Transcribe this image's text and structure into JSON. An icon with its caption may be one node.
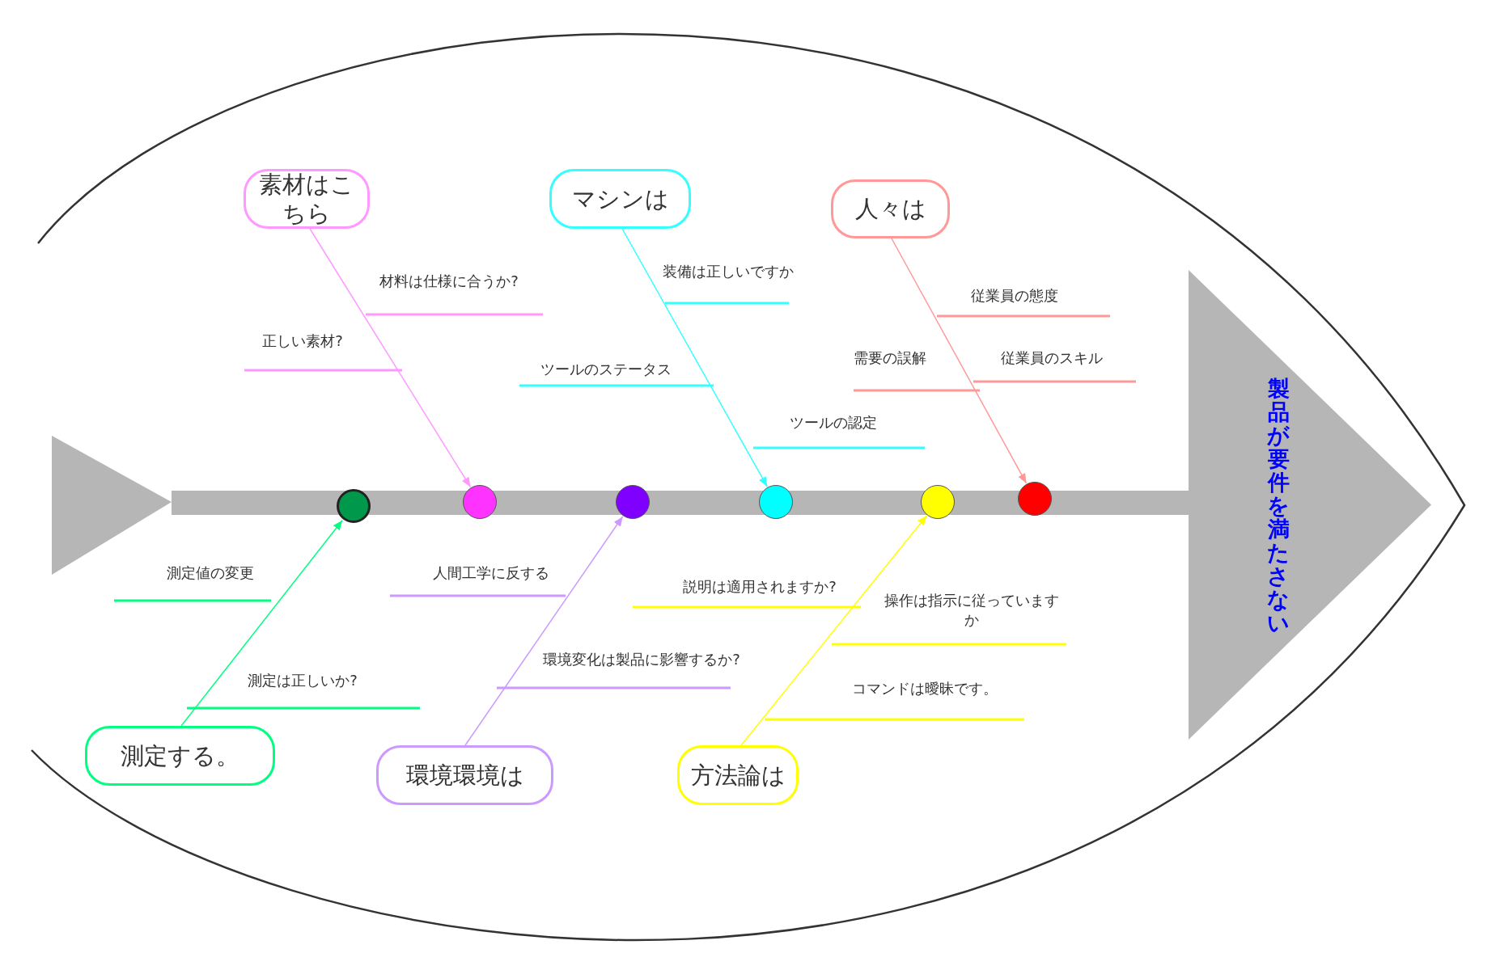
{
  "diagram": {
    "nodes": [
      {
        "text": [
          "素材はこちら"
        ]
      },
      {
        "text": [
          "マシンは"
        ]
      },
      {
        "text": [
          "人々は"
        ]
      },
      {
        "text": [],
        "shape": "circle"
      },
      {
        "text": [],
        "shape": "circle"
      },
      {
        "text": [],
        "shape": "circle"
      },
      {
        "text": [],
        "shape": "circle"
      },
      {
        "text": [],
        "shape": "circle"
      },
      {
        "text": [],
        "shape": "circle"
      },
      {
        "text": [
          "製品が要件を満たさない"
        ]
      },
      {
        "text": [
          "測定する。"
        ]
      },
      {
        "text": [
          "環境環境は"
        ]
      },
      {
        "text": [
          "方法論は"
        ]
      }
    ],
    "edges": [
      {
        "from": 0,
        "to": 4,
        "arrow": "to",
        "color": "#ff99ff"
      },
      {
        "from": 1,
        "to": 6,
        "arrow": "to",
        "color": "#33ffff"
      },
      {
        "from": 2,
        "to": 8,
        "arrow": "to",
        "color": "#ff9999"
      },
      {
        "from": 10,
        "to": 3,
        "arrow": "to",
        "color": "#00ff80"
      },
      {
        "from": 11,
        "to": 5,
        "arrow": "to",
        "color": "#cc99ff"
      },
      {
        "from": 12,
        "to": 7,
        "arrow": "to",
        "color": "#ffff00"
      }
    ],
    "labels": [
      "装備は正しいですか",
      "材料は仕様に合うか?",
      "従業員の態度",
      "正しい素材?",
      "需要の誤解",
      "従業員のスキル",
      "ツールのステータス",
      "ツールの認定",
      "測定値の変更",
      "人間工学に反する",
      "説明は適用されますか?",
      "操作は指示に従っていますか",
      "環境変化は製品に影響するか?",
      "測定は正しいか?",
      "コマンドは曖昧です。"
    ]
  }
}
